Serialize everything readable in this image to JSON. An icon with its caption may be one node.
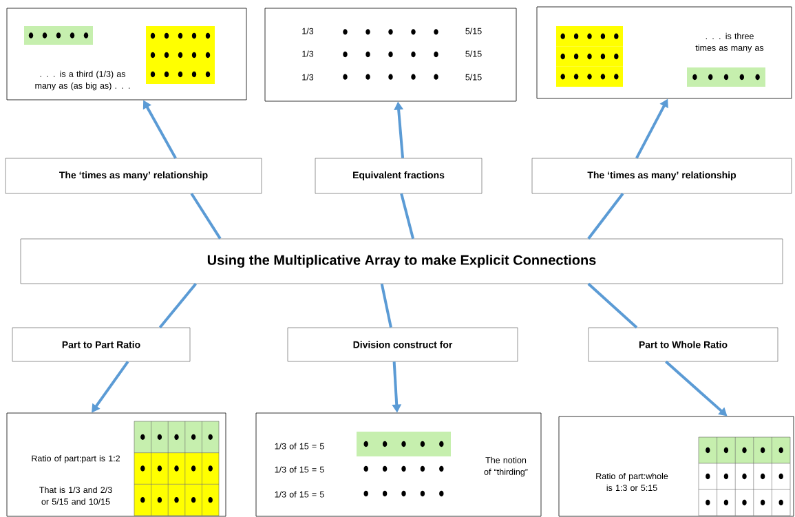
{
  "diagram": {
    "nodes": [
      {
        "text": [
          ". . . is a third (1/3) as many as (as big as) . . ."
        ]
      },
      {
        "text": [
          "1/3",
          "5/15",
          "1/3",
          "5/15",
          "1/3",
          "5/15"
        ]
      },
      {
        "text": [
          ". . . is three times as many as"
        ]
      },
      {
        "text": [
          "The ‘times as many’ relationship"
        ]
      },
      {
        "text": [
          "Equivalent fractions"
        ]
      },
      {
        "text": [
          "The ‘times as many’ relationship"
        ]
      },
      {
        "text": [
          "Using the Multiplicative Array to make Explicit Connections"
        ]
      },
      {
        "text": [
          "Part to Part Ratio"
        ]
      },
      {
        "text": [
          "Division construct for"
        ]
      },
      {
        "text": [
          "Part to Whole Ratio"
        ]
      },
      {
        "text": [
          "Ratio of part:part is 1:2",
          "That is 1/3 and 2/3 or 5/15 and 10/15"
        ]
      },
      {
        "text": [
          "1/3 of 15 = 5",
          "1/3 of 15 = 5",
          "1/3 of 15 = 5",
          "The notion of “thirding”"
        ]
      },
      {
        "text": [
          "Ratio of part:whole is 1:3 or 5:15"
        ]
      }
    ],
    "edges": [
      {
        "from": 6,
        "to": 3,
        "arrow": "none"
      },
      {
        "from": 3,
        "to": 0,
        "arrow": "to"
      },
      {
        "from": 6,
        "to": 4,
        "arrow": "none"
      },
      {
        "from": 4,
        "to": 1,
        "arrow": "to"
      },
      {
        "from": 6,
        "to": 5,
        "arrow": "none"
      },
      {
        "from": 5,
        "to": 2,
        "arrow": "to"
      },
      {
        "from": 6,
        "to": 7,
        "arrow": "none"
      },
      {
        "from": 7,
        "to": 10,
        "arrow": "to"
      },
      {
        "from": 6,
        "to": 8,
        "arrow": "none"
      },
      {
        "from": 8,
        "to": 11,
        "arrow": "to"
      },
      {
        "from": 6,
        "to": 9,
        "arrow": "none"
      },
      {
        "from": 9,
        "to": 12,
        "arrow": "to"
      }
    ]
  }
}
